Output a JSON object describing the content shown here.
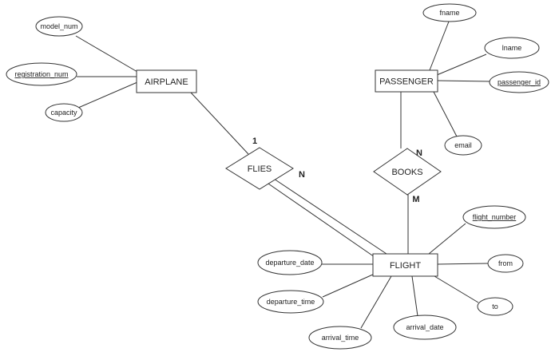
{
  "entities": {
    "airplane": "AIRPLANE",
    "passenger": "PASSENGER",
    "flight": "FLIGHT"
  },
  "relationships": {
    "flies": "FLIES",
    "books": "BOOKS"
  },
  "attributes": {
    "model_num": "model_num",
    "registration_num": "registration_num",
    "capacity": "capacity",
    "fname": "fname",
    "lname": "lname",
    "passenger_id": "passenger_id",
    "email": "email",
    "flight_number": "flight_number",
    "from": "from",
    "to": "to",
    "departure_date": "departure_date",
    "departure_time": "departure_time",
    "arrival_time": "arrival_time",
    "arrival_date": "arrival_date"
  },
  "cardinalities": {
    "flies_airplane": "1",
    "flies_flight": "N",
    "books_passenger": "N",
    "books_flight": "M"
  }
}
